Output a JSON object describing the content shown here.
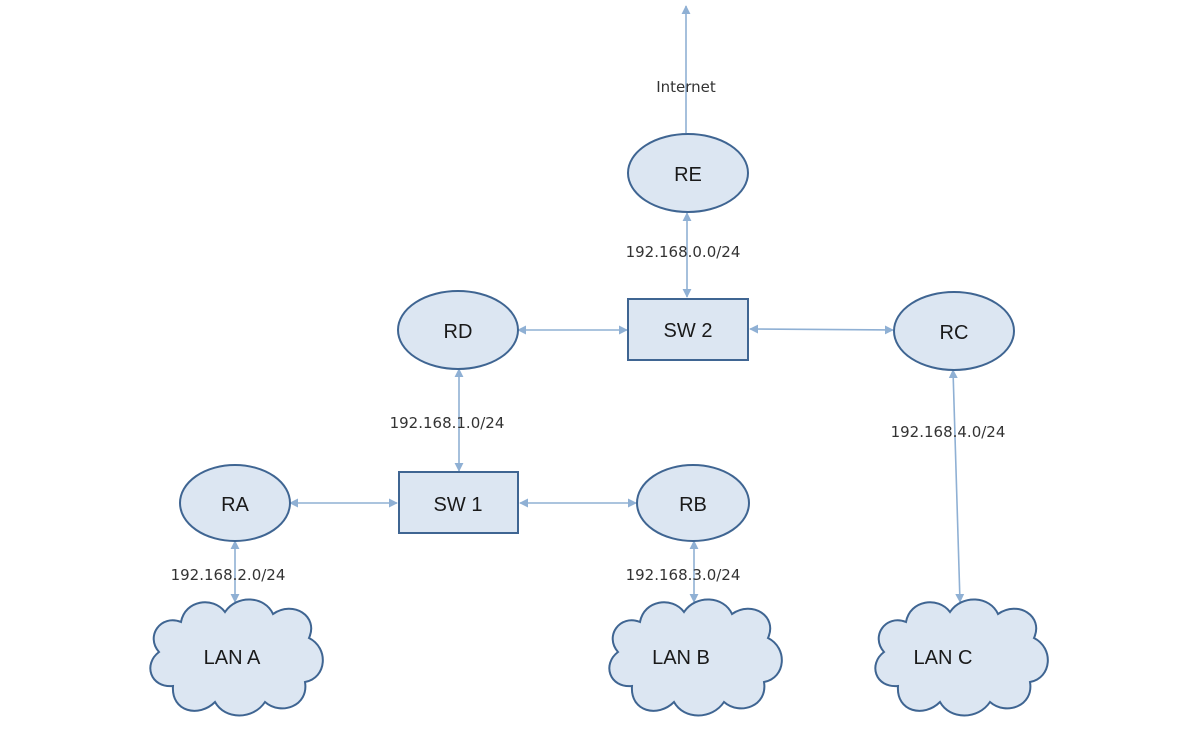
{
  "colors": {
    "node_fill": "#dce6f2",
    "node_stroke": "#3f6592",
    "link": "#8fb0d4",
    "text": "#1a1a1a"
  },
  "routers": {
    "re": "RE",
    "rd": "RD",
    "rc": "RC",
    "ra": "RA",
    "rb": "RB"
  },
  "switches": {
    "sw1": "SW 1",
    "sw2": "SW 2"
  },
  "lans": {
    "lan_a": "LAN A",
    "lan_b": "LAN B",
    "lan_c": "LAN C"
  },
  "links": {
    "internet": "Internet",
    "net_re_sw2": "192.168.0.0/24",
    "net_rd_sw1": "192.168.1.0/24",
    "net_ra_lana": "192.168.2.0/24",
    "net_rb_lanb": "192.168.3.0/24",
    "net_rc_lanc": "192.168.4.0/24"
  }
}
